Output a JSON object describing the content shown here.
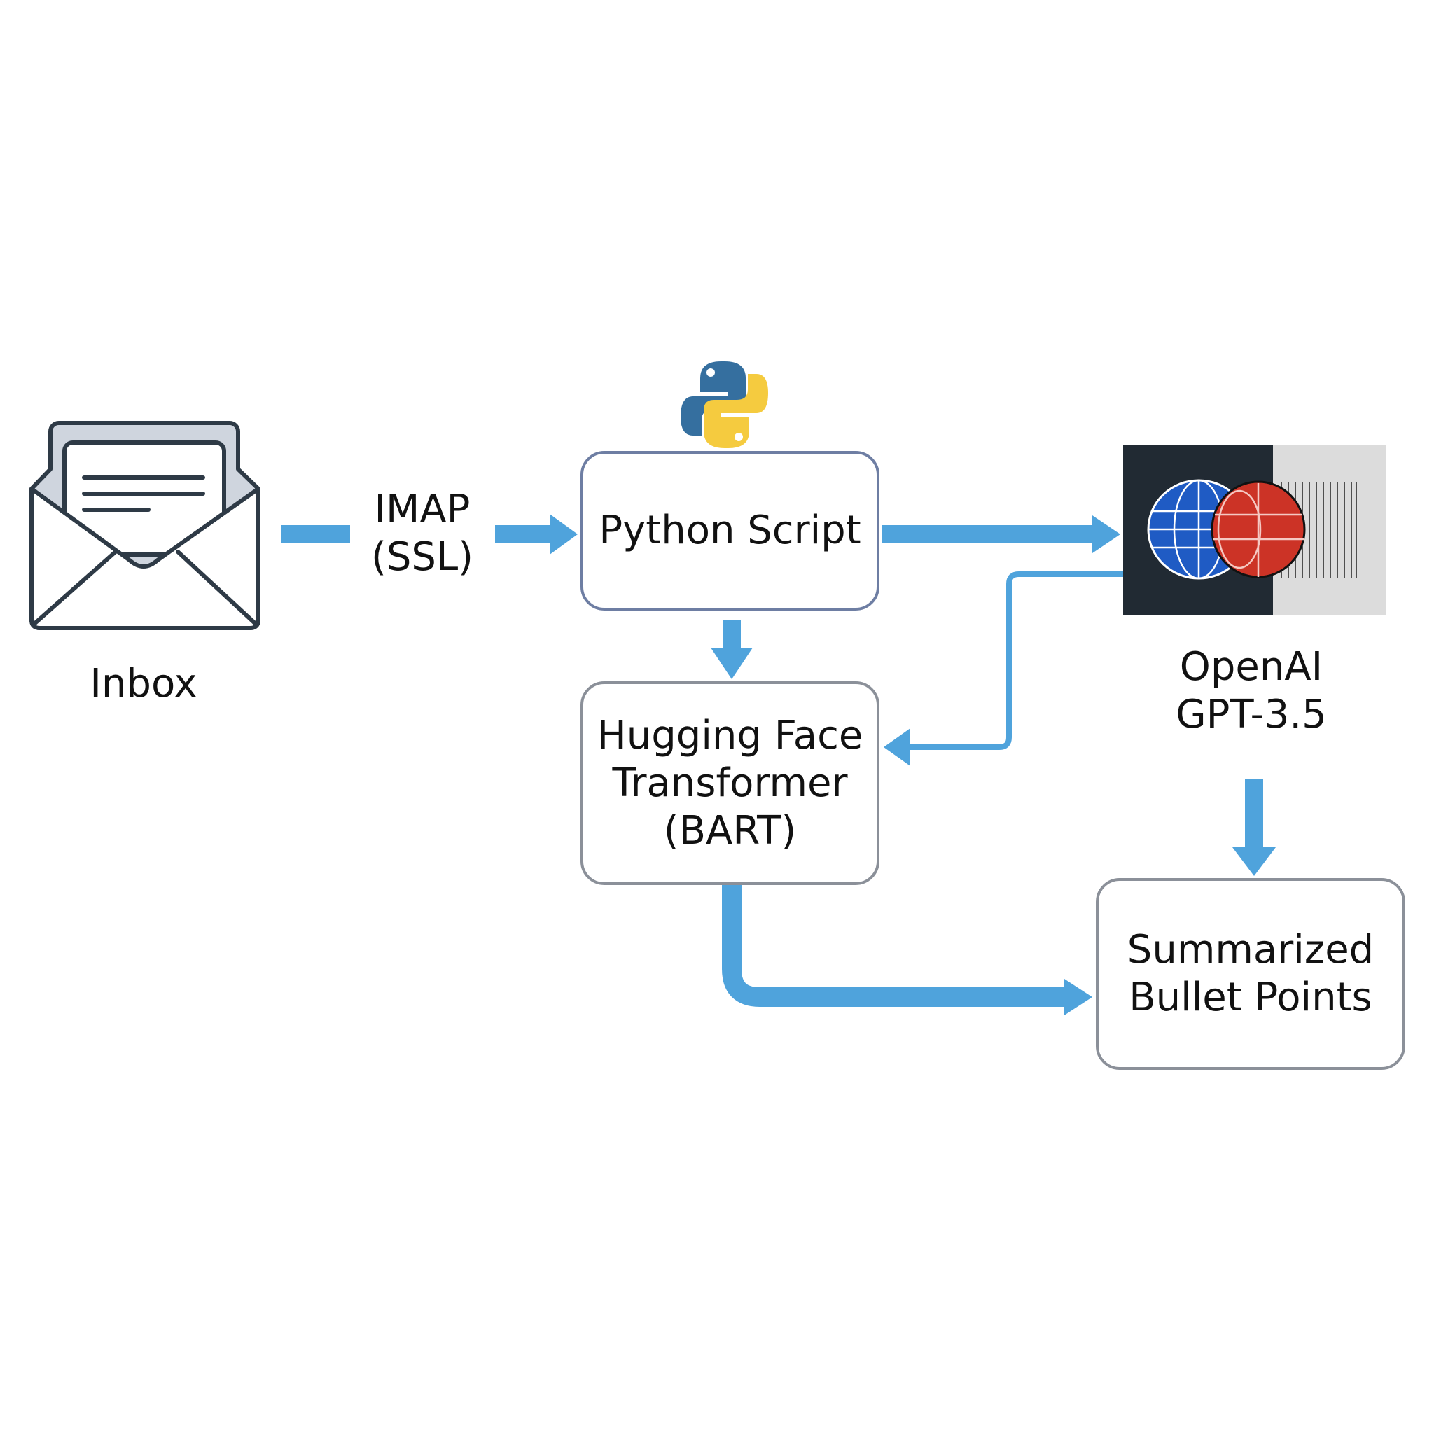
{
  "colors": {
    "arrow": "#4fa3dc",
    "python_box_border": "#6e7ea3",
    "box_border": "#8b9099",
    "icon_stroke": "#2e3a46"
  },
  "nodes": {
    "inbox": {
      "label": "Inbox",
      "icon": "envelope-icon"
    },
    "imap": {
      "line1": "IMAP",
      "line2": "(SSL)"
    },
    "python": {
      "label": "Python Script",
      "icon": "python-logo-icon"
    },
    "huggingface": {
      "line1": "Hugging Face",
      "line2": "Transformer",
      "line3": "(BART)"
    },
    "openai": {
      "line1": "OpenAI",
      "line2": "GPT-3.5",
      "icon": "openai-globe-image"
    },
    "summary": {
      "line1": "Summarized",
      "line2": "Bullet Points"
    }
  }
}
